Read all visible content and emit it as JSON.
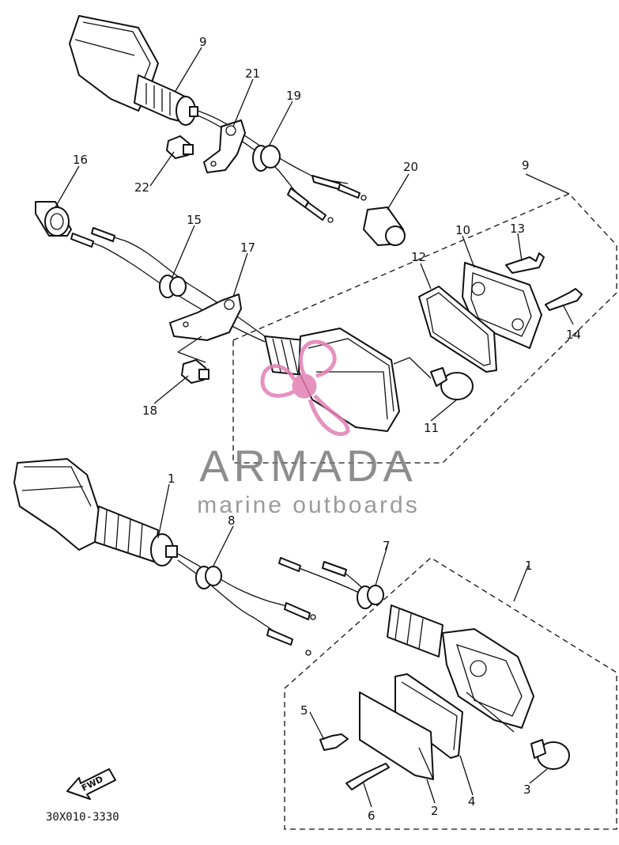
{
  "callouts": {
    "c1_left": "1",
    "c1_right": "1",
    "c2": "2",
    "c3": "3",
    "c4": "4",
    "c5": "5",
    "c6": "6",
    "c7": "7",
    "c8": "8",
    "c9_top": "9",
    "c9_group": "9",
    "c10": "10",
    "c11": "11",
    "c12": "12",
    "c13": "13",
    "c14": "14",
    "c15": "15",
    "c16": "16",
    "c17": "17",
    "c18": "18",
    "c19": "19",
    "c20": "20",
    "c21": "21",
    "c22": "22"
  },
  "watermark": {
    "name": "ARMADA",
    "tagline": "marine outboards",
    "logo_color": "#e27fb4",
    "text_color": "#7a7a7a"
  },
  "fwd_label": "FWD",
  "reference_code": "30X010-3330"
}
